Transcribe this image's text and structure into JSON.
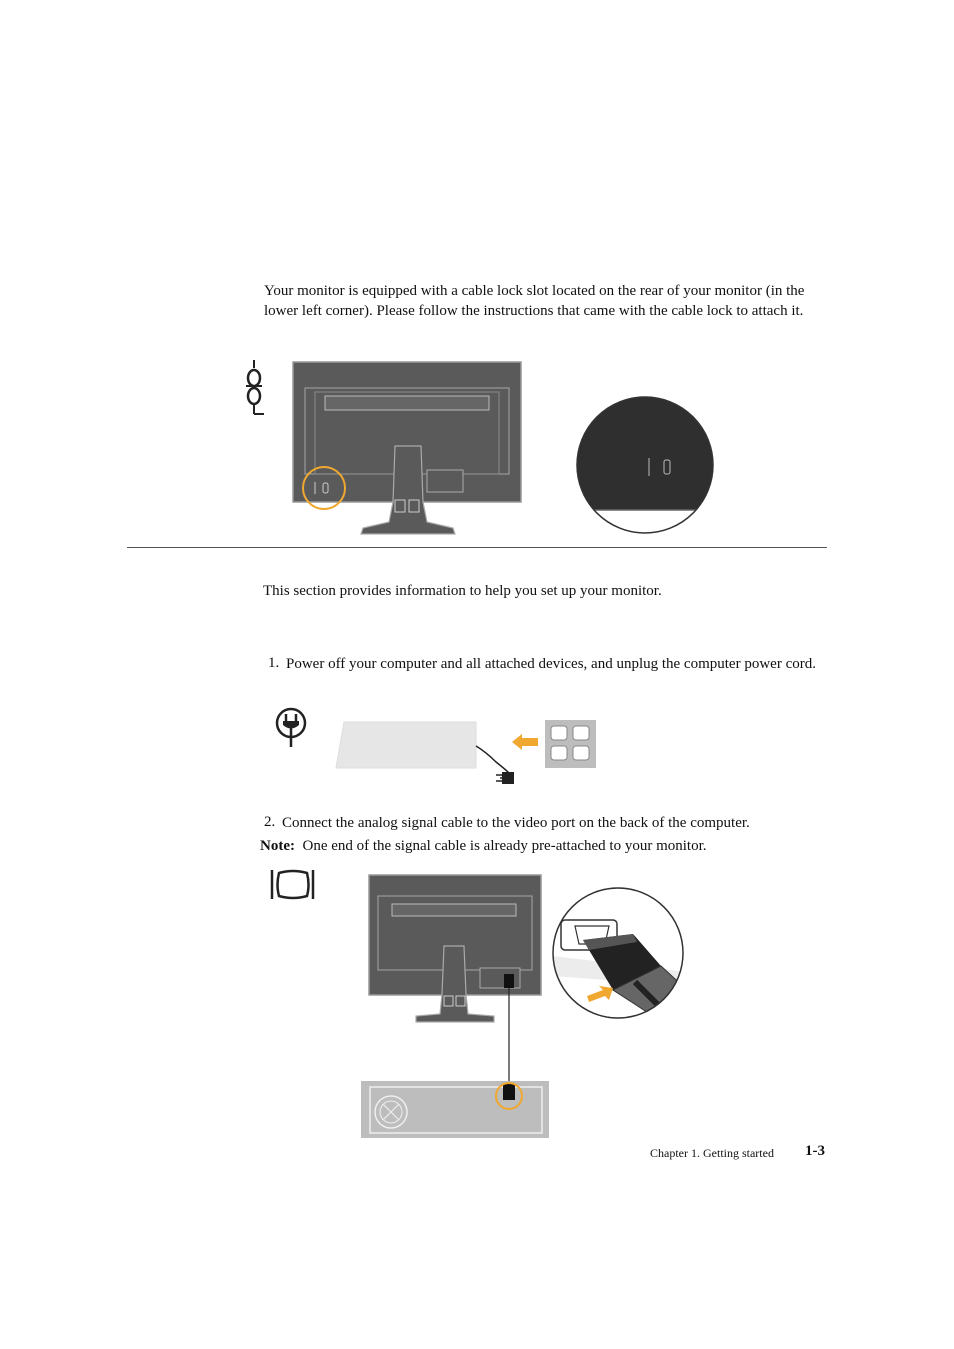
{
  "sections": {
    "cable_lock": {
      "text": "Your monitor is equipped with a cable lock slot located on the rear of your monitor (in the lower left corner). Please follow the instructions that came with the cable lock to attach it."
    },
    "setup": {
      "intro": "This section provides information to help you set up your monitor.",
      "steps": [
        {
          "number": "1.",
          "text": "Power off your computer and all attached devices, and unplug the computer power cord."
        },
        {
          "number": "2.",
          "text": "Connect the analog signal cable to the video port on the back of the computer."
        }
      ],
      "note": {
        "label": "Note:",
        "text": "One end of the signal cable is already pre-attached to your monitor."
      }
    }
  },
  "footer": {
    "chapter": "Chapter 1. Getting started",
    "page": "1-3"
  },
  "colors": {
    "monitor_gray": "#5a5a5a",
    "highlight_orange": "#f0a830",
    "outlet_gray": "#bdbdbd",
    "rule": "#555555"
  },
  "icons": [
    "cable-lock-icon",
    "power-plug-icon",
    "monitor-signal-icon"
  ]
}
